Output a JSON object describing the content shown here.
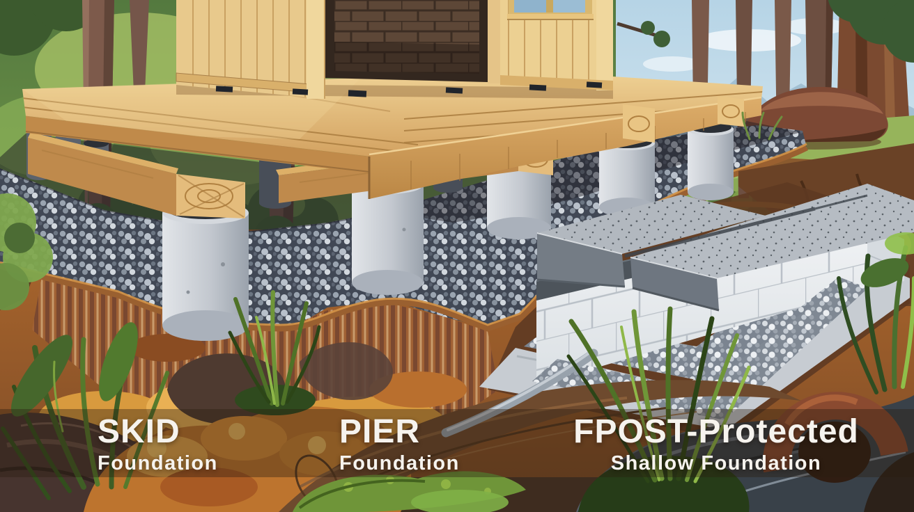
{
  "labels": [
    {
      "id": "skid",
      "title": "SKID",
      "subtitle": "Foundation"
    },
    {
      "id": "pier",
      "title": "PIER",
      "subtitle": "Foundation"
    },
    {
      "id": "frost-protected",
      "title": "FPOST-Protected",
      "subtitle": "Shallow Foundation"
    }
  ],
  "caption_band": {
    "color": "rgba(43,28,17,0.38)",
    "text_color": "#f6f3ee"
  },
  "scene": {
    "type": "illustration",
    "elements": [
      "sky",
      "distant-hills",
      "forest-background",
      "tree-trunks",
      "boulder",
      "wooden-shed",
      "deck-platform",
      "skid-beams",
      "concrete-pier-footings",
      "gravel-bed",
      "soil-cross-section",
      "frost-protected-shallow-foundation",
      "concrete-slabs",
      "concrete-block-wall",
      "footing-tray",
      "drain-pipe",
      "logs-and-roots",
      "grass-clumps",
      "moss",
      "slate-rocks",
      "terracotta-pipe-section"
    ]
  },
  "palette": {
    "sky": "#bcd8e8",
    "hills": "#a3bf68",
    "forest": "#5f8443",
    "trunk": "#7d5a4b",
    "shed_wood": "#e8c98c",
    "deck_wood": "#dcab67",
    "beam_wood": "#c08a4a",
    "pier_concrete": "#c9cdd4",
    "gravel_dark": "#414855",
    "pebble": "#b8c0ca",
    "topsoil_rim": "#9a6030",
    "subsoil_orange": "#ad6228",
    "amber": "#e9b054",
    "block_white": "#eef0f2",
    "slab_gray": "#b2b8bf",
    "slab_face": "#747c85",
    "insulation": "#4d545b",
    "pipe": "#98a2ac",
    "log": "#6e4a2e",
    "moss": "#6f9539",
    "rock_slate": "#394149",
    "terracotta": "#8a4a30",
    "grass": "#4f7227"
  }
}
